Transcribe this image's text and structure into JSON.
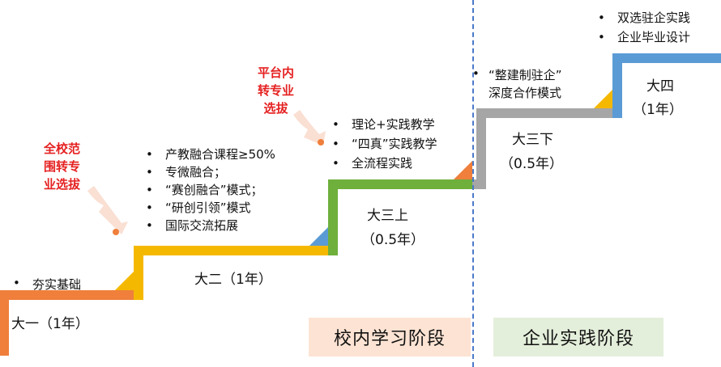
{
  "colors": {
    "stage1": "#ef7f3b",
    "stage2": "#f5b800",
    "stage3": "#6faf3c",
    "stage4": "#a6a6a6",
    "stage5": "#5b9bd5",
    "callout": "#fadfd3",
    "callout_dot": "#ef7f3b",
    "accent_red": "#e52121"
  },
  "stages": [
    {
      "label": "大一（1年）",
      "items": [
        "夯实基础"
      ]
    },
    {
      "label": "大二（1年）",
      "items": [
        "产教融合课程≥50%",
        "专微融合；",
        "“赛创融合”模式；",
        "“研创引领”模式",
        "国际交流拓展"
      ]
    },
    {
      "label": "大三上",
      "sublabel": "（0.5年）",
      "items": [
        "理论+实践教学",
        "“四真”实践教学",
        "全流程实践"
      ]
    },
    {
      "label": "大三下",
      "sublabel": "（0.5年）",
      "items": [
        "“整建制驻企”\n深度合作模式"
      ]
    },
    {
      "label": "大四",
      "sublabel": "（1年）",
      "items": [
        "双选驻企实践",
        "企业毕业设计"
      ]
    }
  ],
  "callouts": [
    {
      "text": "全校范\n围转专\n业选拔"
    },
    {
      "text": "平台内\n转专业\n选拔"
    }
  ],
  "phases": {
    "school": "校内学习阶段",
    "enterprise": "企业实践阶段"
  }
}
